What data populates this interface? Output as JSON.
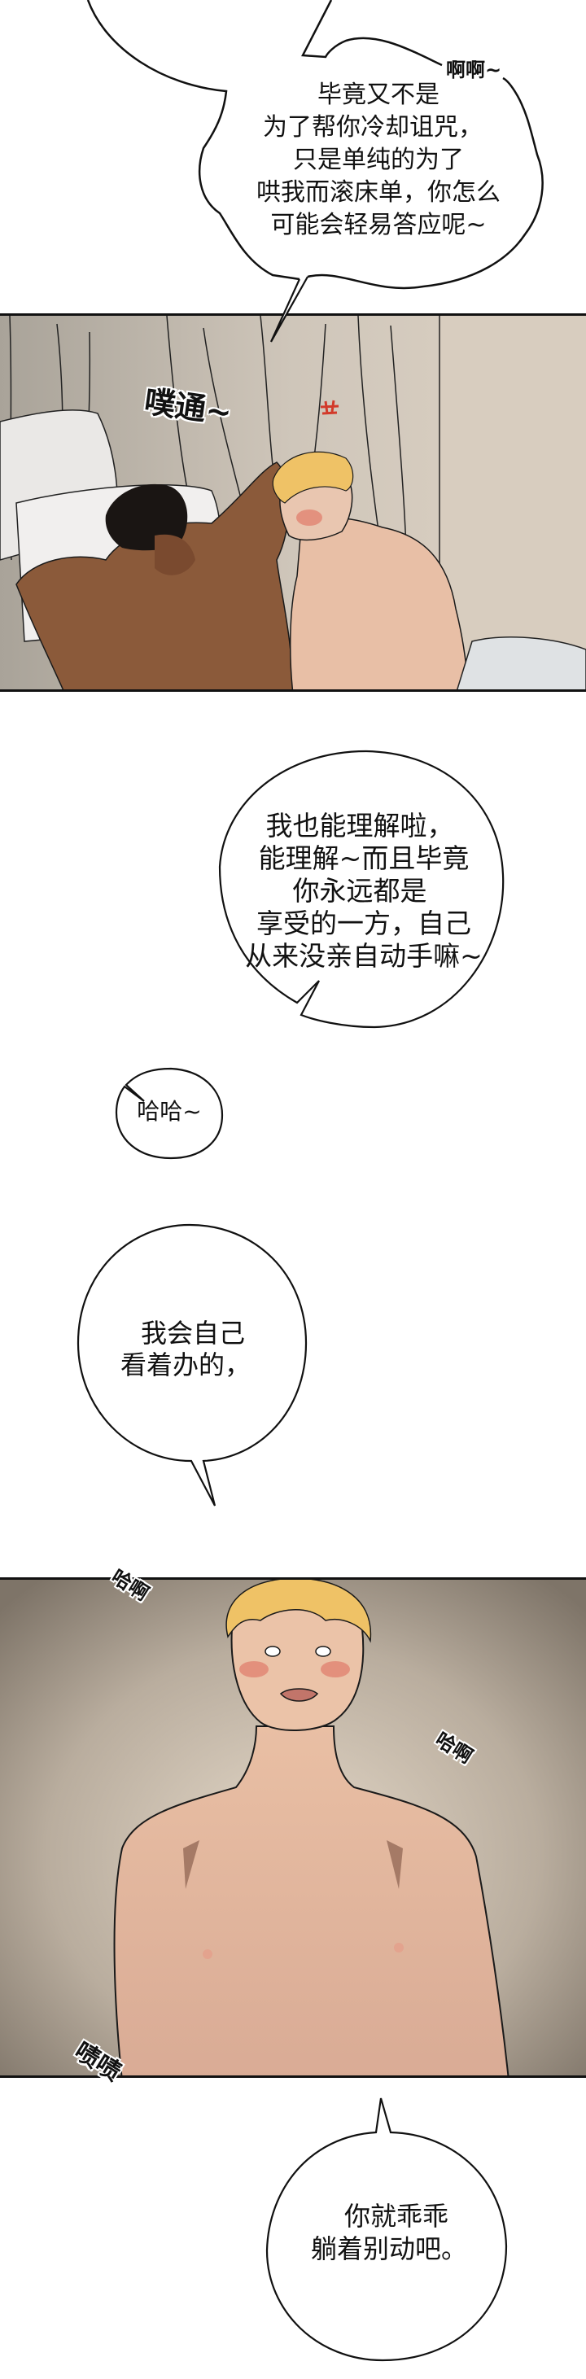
{
  "bubble_top": {
    "sfx": "啊啊~",
    "lines": [
      "毕竟又不是",
      "为了帮你冷却诅咒，",
      "只是单纯的为了",
      "哄我而滚床单，你怎么",
      "可能会轻易答应呢~"
    ]
  },
  "panel_bed": {
    "sfx": "噗通~"
  },
  "bubble_understand": {
    "lines": [
      "我也能理解啦，",
      "能理解~而且毕竟",
      "你永远都是",
      "享受的一方，自己",
      "从来没亲自动手嘛~"
    ]
  },
  "bubble_laugh": {
    "text": "哈哈~"
  },
  "bubble_handle": {
    "lines": [
      "我会自己",
      "看着办的，"
    ]
  },
  "panel_blonde": {
    "sfx_top": "哈啊",
    "sfx_right": "哈啊",
    "sfx_bottom": "啧啧"
  },
  "bubble_lie_still": {
    "lines": [
      "你就乖乖",
      "躺着别动吧。"
    ]
  },
  "colors": {
    "ink": "#111111",
    "blush": "#e07a6a",
    "anger": "#d23a2a",
    "blonde_hair": "#efc266",
    "dark_skin": "#8b5a3a",
    "light_skin": "#e8bfa6"
  }
}
